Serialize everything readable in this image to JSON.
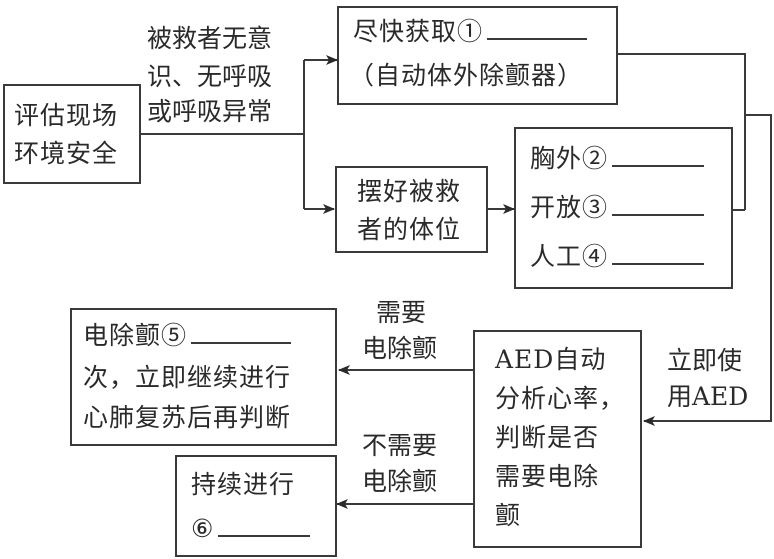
{
  "nodes": {
    "assess": {
      "lines": [
        "评估现场",
        "环境安全"
      ]
    },
    "get_aed": {
      "line1": "尽快获取①",
      "line2": "（自动体外除颤器）"
    },
    "position": {
      "lines": [
        "摆好被救",
        "者的体位"
      ]
    },
    "cpr": {
      "items": [
        "胸外②",
        "开放③",
        "人工④"
      ]
    },
    "aed_analyze": {
      "lines": [
        "AED自动",
        "分析心率，",
        "判断是否",
        "需要电除",
        "颤"
      ]
    },
    "defib": {
      "line1": "电除颤⑤",
      "line2": "次，立即继续进行",
      "line3": "心肺复苏后再判断"
    },
    "continue": {
      "line1": "持续进行",
      "line2": "⑥"
    }
  },
  "edge_labels": {
    "condition": [
      "被救者无意",
      "识、无呼吸",
      "或呼吸异常"
    ],
    "use_aed": [
      "立即使",
      "用AED"
    ],
    "need_defib": [
      "需要",
      "电除颤"
    ],
    "no_defib": [
      "不需要",
      "电除颤"
    ]
  }
}
